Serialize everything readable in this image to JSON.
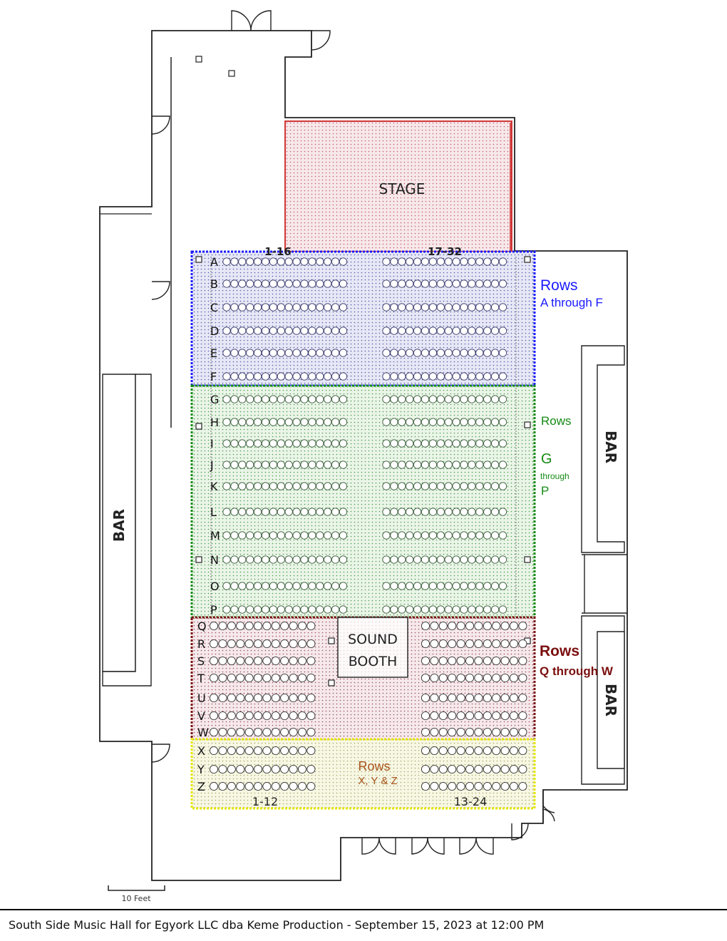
{
  "venue": {
    "stage_label": "STAGE",
    "sound_booth_line1": "SOUND",
    "sound_booth_line2": "BOOTH",
    "bar_left": "BAR",
    "bar_right_top": "BAR",
    "bar_right_bottom": "BAR",
    "scale_label": "10 Feet"
  },
  "seat_ranges": {
    "top_left": "1-16",
    "top_right": "17-32",
    "bottom_left": "1-12",
    "bottom_right": "13-24"
  },
  "sections": [
    {
      "id": "a-f",
      "color": "#1a1aff",
      "fill": "#e7e7f6",
      "rows": [
        "A",
        "B",
        "C",
        "D",
        "E",
        "F"
      ],
      "labels": {
        "line1": "Rows",
        "line2": "A through F"
      }
    },
    {
      "id": "g-p",
      "color": "#158a15",
      "fill": "#e9f5e7",
      "rows": [
        "G",
        "H",
        "I",
        "J",
        "K",
        "L",
        "M",
        "N",
        "O",
        "P"
      ],
      "labels": {
        "line1": "Rows",
        "line2": "G",
        "line3": "through",
        "line4": "P"
      }
    },
    {
      "id": "q-w",
      "color": "#7a0f0f",
      "fill": "#f5e8ea",
      "rows": [
        "Q",
        "R",
        "S",
        "T",
        "U",
        "V",
        "W"
      ],
      "labels": {
        "line1": "Rows",
        "line2": "Q through W"
      }
    },
    {
      "id": "x-z",
      "color": "#e6e600",
      "fill": "#f7f7e2",
      "rows": [
        "X",
        "Y",
        "Z"
      ],
      "labels": {
        "line1": "Rows",
        "line2": "X, Y & Z",
        "text_color": "#a8541a"
      }
    }
  ],
  "footer": "South Side Music Hall for Egyork LLC dba Keme Production - September 15, 2023 at 12:00 PM"
}
